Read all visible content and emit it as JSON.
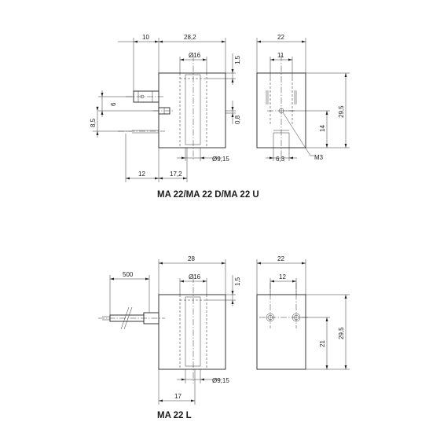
{
  "drawing_top": {
    "title": "MA 22/MA 22 D/MA 22 U",
    "dims": {
      "d10": "10",
      "d28_2": "28,2",
      "d22": "22",
      "phi16": "Ø16",
      "d11": "11",
      "d1_5": "1,5",
      "d6": "6",
      "d8_5": "8,5",
      "d0_8": "0,8",
      "d14": "14",
      "d29_5": "29,5",
      "phi9_15": "Ø9,15",
      "d6_3": "6,3",
      "m3": "M3",
      "d12": "12",
      "d17_2": "17,2"
    }
  },
  "drawing_bottom": {
    "title": "MA 22 L",
    "dims": {
      "d500": "500",
      "d28": "28",
      "d22": "22",
      "phi16": "Ø16",
      "d12": "12",
      "d1_5": "1,5",
      "d21": "21",
      "d29_5": "29,5",
      "phi9_15": "Ø9,15",
      "d17": "17"
    }
  }
}
